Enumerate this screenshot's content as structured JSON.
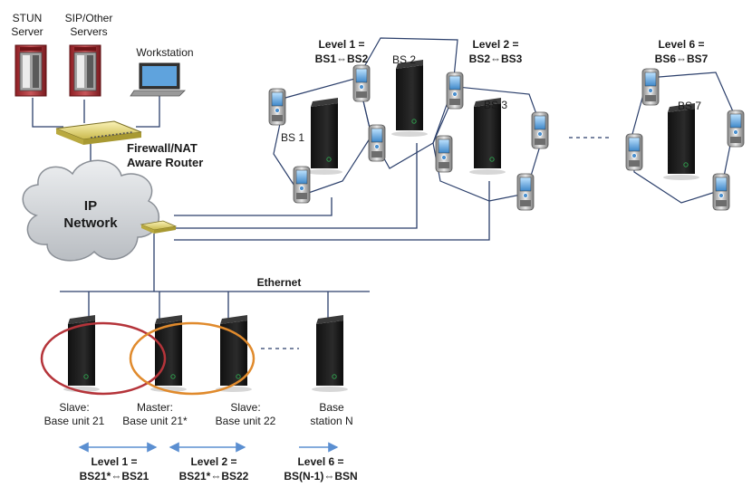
{
  "servers": {
    "stun": [
      "STUN",
      "Server"
    ],
    "sip": [
      "SIP/Other",
      "Servers"
    ],
    "workstation": "Workstation"
  },
  "router": [
    "Firewall/NAT",
    "Aware Router"
  ],
  "cloud": [
    "IP",
    "Network"
  ],
  "ethernet": "Ethernet",
  "cells": {
    "bs1": "BS 1",
    "bs2": "BS 2",
    "bs3": "BS 3",
    "bs7": "BS 7",
    "level1": [
      "Level 1 =",
      "BS1⇔BS2"
    ],
    "level2": [
      "Level 2 =",
      "BS2⇔BS3"
    ],
    "level6": [
      "Level 6 =",
      "BS6⇔BS7"
    ]
  },
  "bottom": {
    "slave21": [
      "Slave:",
      "Base unit 21"
    ],
    "master": [
      "Master:",
      "Base unit 21*"
    ],
    "slave22": [
      "Slave:",
      "Base unit 22"
    ],
    "baseN": [
      "Base",
      "station N"
    ],
    "level1": [
      "Level 1 =",
      "BS21*⇔BS21"
    ],
    "level2": [
      "Level 2 =",
      "BS21*⇔BS22"
    ],
    "level6": [
      "Level 6 =",
      "BS(N-1)⇔BSN"
    ]
  },
  "colors": {
    "line": "#2b3f6b",
    "ellipse_red": "#b5343a",
    "ellipse_orange": "#e08a2c",
    "arrow": "#5b8fd1",
    "cloud": "#cfd2d6"
  }
}
